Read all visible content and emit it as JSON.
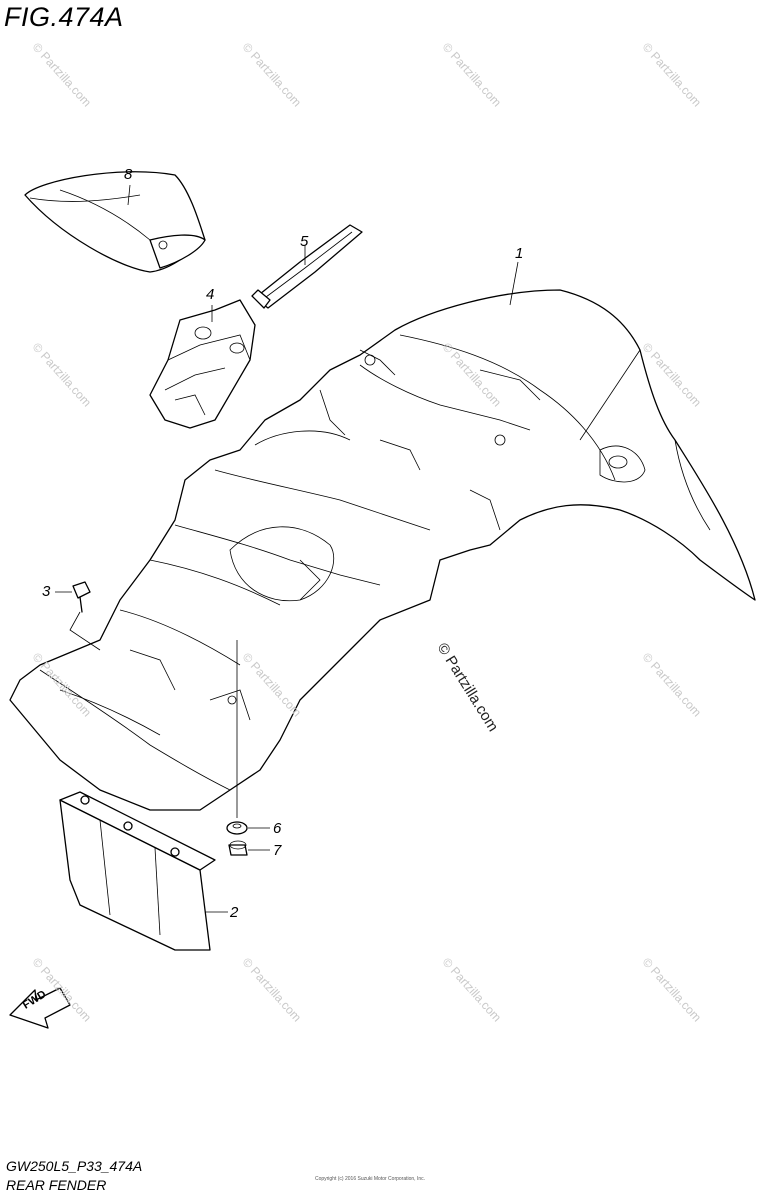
{
  "figure": {
    "title": "FIG.474A",
    "code": "GW250L5_P33_474A",
    "name": "REAR FENDER",
    "copyright": "Copyright (c) 2016 Suzuki Motor Corporation, Inc."
  },
  "callouts": [
    {
      "id": "c1",
      "label": "1"
    },
    {
      "id": "c2",
      "label": "2"
    },
    {
      "id": "c3",
      "label": "3"
    },
    {
      "id": "c4",
      "label": "4"
    },
    {
      "id": "c5",
      "label": "5"
    },
    {
      "id": "c6",
      "label": "6"
    },
    {
      "id": "c7",
      "label": "7"
    },
    {
      "id": "c8",
      "label": "8"
    }
  ],
  "direction_arrow": "FWD",
  "watermark": {
    "text": "© Partzilla.com",
    "center_text": "© Partzilla.com"
  },
  "colors": {
    "line": "#000000",
    "watermark": "#c9c9c9",
    "background": "#ffffff"
  }
}
